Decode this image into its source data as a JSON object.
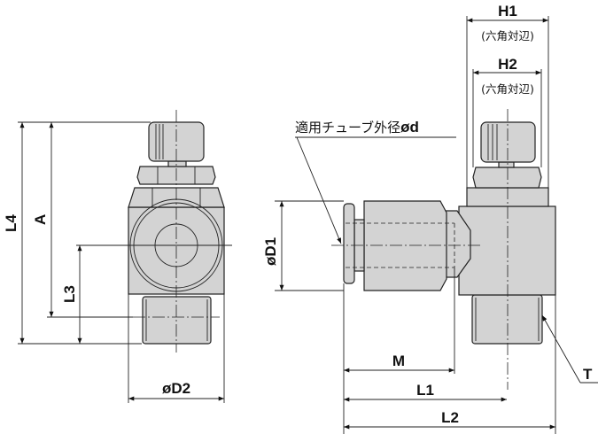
{
  "labels": {
    "L4": "L4",
    "A": "A",
    "L3": "L3",
    "D2": "øD2",
    "D1": "øD1",
    "H1": "H1",
    "H2": "H2",
    "hex_note_1": "(六角対辺)",
    "hex_note_2": "(六角対辺)",
    "tube_note_text": "適用チューブ外径",
    "tube_note_symbol": "ød",
    "M": "M",
    "L1": "L1",
    "L2": "L2",
    "T": "T"
  }
}
